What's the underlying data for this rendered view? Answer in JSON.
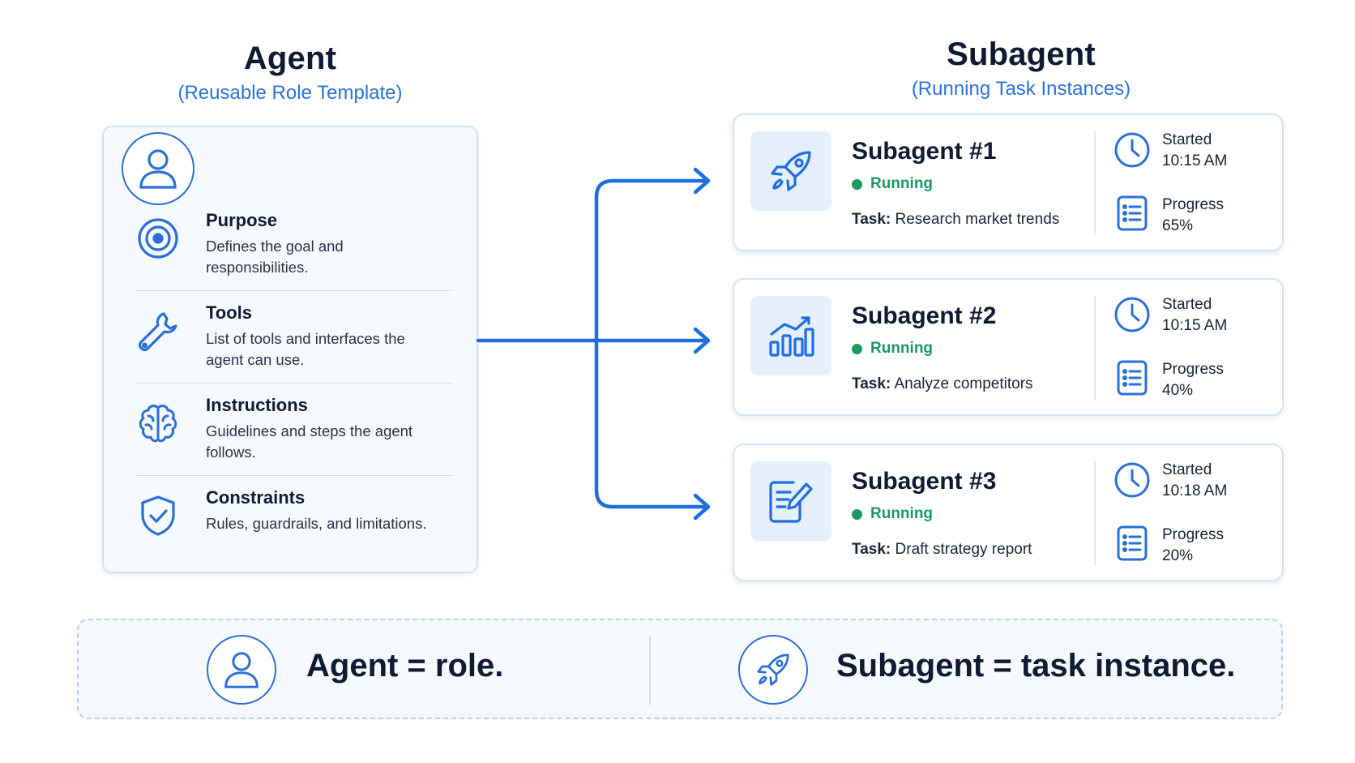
{
  "agent": {
    "title": "Agent",
    "subtitle": "(Reusable Role Template)",
    "properties": [
      {
        "title": "Purpose",
        "description": "Defines the goal and responsibilities.",
        "icon": "target-icon"
      },
      {
        "title": "Tools",
        "description": "List of tools and interfaces the agent can use.",
        "icon": "wrench-icon"
      },
      {
        "title": "Instructions",
        "description": "Guidelines and steps the agent follows.",
        "icon": "brain-icon"
      },
      {
        "title": "Constraints",
        "description": "Rules, guardrails, and limitations.",
        "icon": "shield-check-icon"
      }
    ]
  },
  "subagent": {
    "title": "Subagent",
    "subtitle": "(Running Task Instances)",
    "instances": [
      {
        "name": "Subagent #1",
        "status": "Running",
        "task_label": "Task:",
        "task": "Research market trends",
        "started_label": "Started",
        "started": "10:15 AM",
        "progress_label": "Progress",
        "progress": "65%",
        "icon": "rocket-icon"
      },
      {
        "name": "Subagent #2",
        "status": "Running",
        "task_label": "Task:",
        "task": "Analyze competitors",
        "started_label": "Started",
        "started": "10:15 AM",
        "progress_label": "Progress",
        "progress": "40%",
        "icon": "bar-chart-icon"
      },
      {
        "name": "Subagent #3",
        "status": "Running",
        "task_label": "Task:",
        "task": "Draft strategy report",
        "started_label": "Started",
        "started": "10:18 AM",
        "progress_label": "Progress",
        "progress": "20%",
        "icon": "edit-document-icon"
      }
    ]
  },
  "summary": {
    "agent_statement": "Agent = role.",
    "subagent_statement": "Subagent = task instance."
  },
  "colors": {
    "accent": "#2a6fd6",
    "running": "#1a9a63",
    "text": "#0f1b33",
    "card_bg": "#f6f9fe"
  }
}
